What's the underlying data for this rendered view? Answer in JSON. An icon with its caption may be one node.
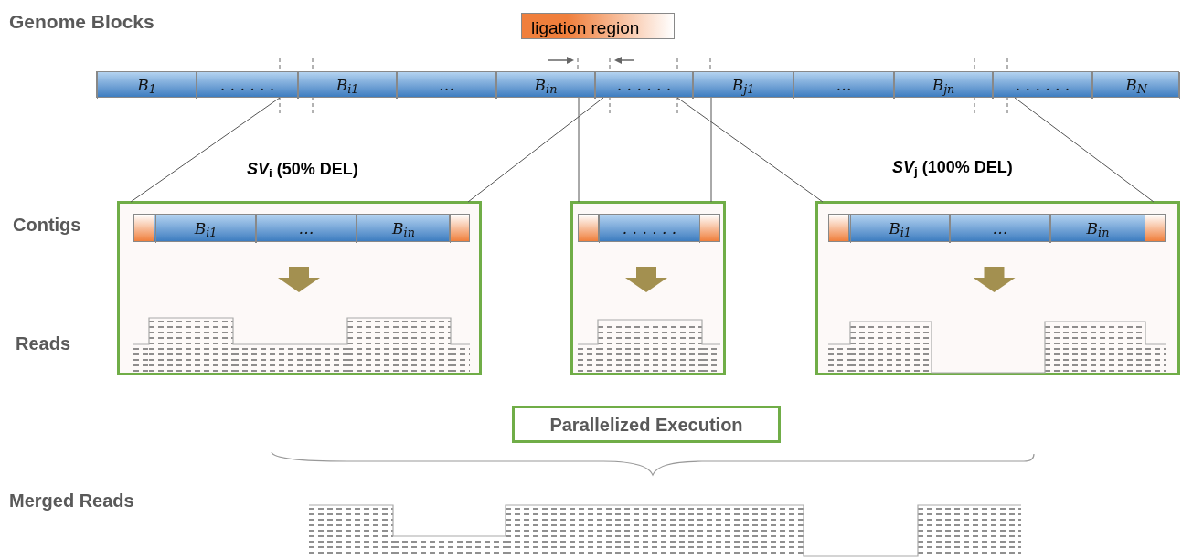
{
  "diagram": {
    "nodes": [
      {
        "text": [],
        "shape": "bar"
      },
      {
        "text": [
          "B$_{1}$"
        ],
        "in": 0
      },
      {
        "text": [
          ". . . . . ."
        ],
        "in": 0
      },
      {
        "text": [
          "B$_{i1}$"
        ],
        "in": 0
      },
      {
        "text": [
          "…"
        ],
        "in": 0
      },
      {
        "text": [
          "B$_{in}$"
        ],
        "in": 0
      },
      {
        "text": [
          ". . . . . ."
        ],
        "in": 0
      },
      {
        "text": [
          "B$_{j1}$"
        ],
        "in": 0
      },
      {
        "text": [
          "…"
        ],
        "in": 0
      },
      {
        "text": [
          "B$_{jn}$"
        ],
        "in": 0
      },
      {
        "text": [
          ". . . . . ."
        ],
        "in": 0
      },
      {
        "text": [
          "B$_{N}$"
        ],
        "in": 0
      },
      {
        "text": [],
        "shape": "box"
      },
      {
        "text": [],
        "shape": "bar",
        "in": 12
      },
      {
        "text": [
          "B$_{i1}$"
        ],
        "in": 13
      },
      {
        "text": [
          "…"
        ],
        "in": 13
      },
      {
        "text": [
          "B$_{in}$"
        ],
        "in": 13
      },
      {
        "text": [],
        "shape": "picture",
        "in": 12
      },
      {
        "text": [],
        "shape": "box"
      },
      {
        "text": [],
        "shape": "bar",
        "in": 18
      },
      {
        "text": [
          ". . . . . ."
        ],
        "in": 19
      },
      {
        "text": [],
        "shape": "picture",
        "in": 18
      },
      {
        "text": [],
        "shape": "box"
      },
      {
        "text": [],
        "shape": "bar",
        "in": 22
      },
      {
        "text": [
          "B$_{i1}$"
        ],
        "in": 23
      },
      {
        "text": [
          "…"
        ],
        "in": 23
      },
      {
        "text": [
          "B$_{in}$"
        ],
        "in": 23
      },
      {
        "text": [],
        "shape": "picture",
        "in": 22
      },
      {
        "text": [
          "Parallelized Execution"
        ]
      }
    ],
    "edges": [
      {
        "from": 0,
        "to": 12,
        "arrow": "none"
      },
      {
        "from": 0,
        "to": 12,
        "arrow": "none"
      },
      {
        "from": 0,
        "to": 18,
        "arrow": "none"
      },
      {
        "from": 0,
        "to": 18,
        "arrow": "none"
      },
      {
        "from": 0,
        "to": 22,
        "arrow": "none"
      },
      {
        "from": 0,
        "to": 22,
        "arrow": "none"
      },
      {
        "from": null,
        "to": 17,
        "arrow": "to",
        "style": "thick",
        "color": "#a39050"
      },
      {
        "from": null,
        "to": 21,
        "arrow": "to",
        "style": "thick",
        "color": "#a39050"
      },
      {
        "from": null,
        "to": 27,
        "arrow": "to",
        "style": "thick",
        "color": "#a39050"
      }
    ],
    "labels": [
      "Genome Blocks",
      "*SV*$_{i}$ (50% DEL)",
      "*SV*$_{j}$ (100% DEL)",
      "Contigs",
      "Reads",
      "Merged Reads"
    ],
    "legend": [
      {
        "text": "ligation region",
        "color": "#f07f3c"
      }
    ]
  }
}
